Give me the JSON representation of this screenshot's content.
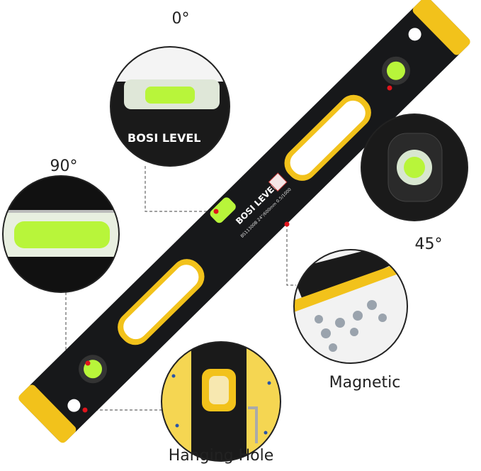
{
  "labels": {
    "zero": "0°",
    "ninety": "90°",
    "fortyfive": "45°",
    "magnetic": "Magnetic",
    "hanging": "Hanging Hole"
  },
  "level": {
    "brand": "BOSI LEVEL",
    "spec": "BS11300B 24\"/600mm 0.5/1000"
  },
  "colors": {
    "body": "#17181a",
    "accent": "#f2c21b",
    "vial": "#b8f53a",
    "marker": "#e0141c",
    "leader": "#555555"
  }
}
